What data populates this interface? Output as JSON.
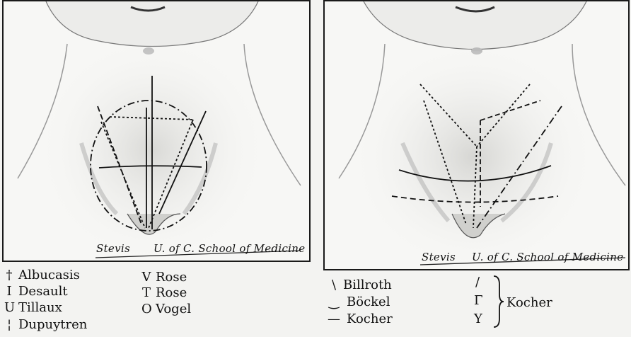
{
  "left_figure": {
    "caption": "U. of C. School of Medicine",
    "signature": "Stevis",
    "legend": [
      {
        "symbol": "†",
        "name": "Albucasis"
      },
      {
        "symbol": "I",
        "name": "Desault"
      },
      {
        "symbol": "U",
        "name": "Tillaux"
      },
      {
        "symbol": "¦",
        "name": "Dupuytren"
      },
      {
        "symbol": "V",
        "name": "Rose"
      },
      {
        "symbol": "T",
        "name": "Rose"
      },
      {
        "symbol": "O",
        "name": "Vogel"
      }
    ]
  },
  "right_figure": {
    "caption": "U. of C. School of Medicine",
    "signature": "Stevis",
    "legend": [
      {
        "symbol": "\\",
        "name": "Billroth"
      },
      {
        "symbol": "‿",
        "name": "Böckel"
      },
      {
        "symbol": "—",
        "name": "Kocher"
      }
    ],
    "kocher_group_label": "Kocher",
    "kocher_group_symbols": [
      "/",
      "Γ",
      "Y"
    ]
  }
}
